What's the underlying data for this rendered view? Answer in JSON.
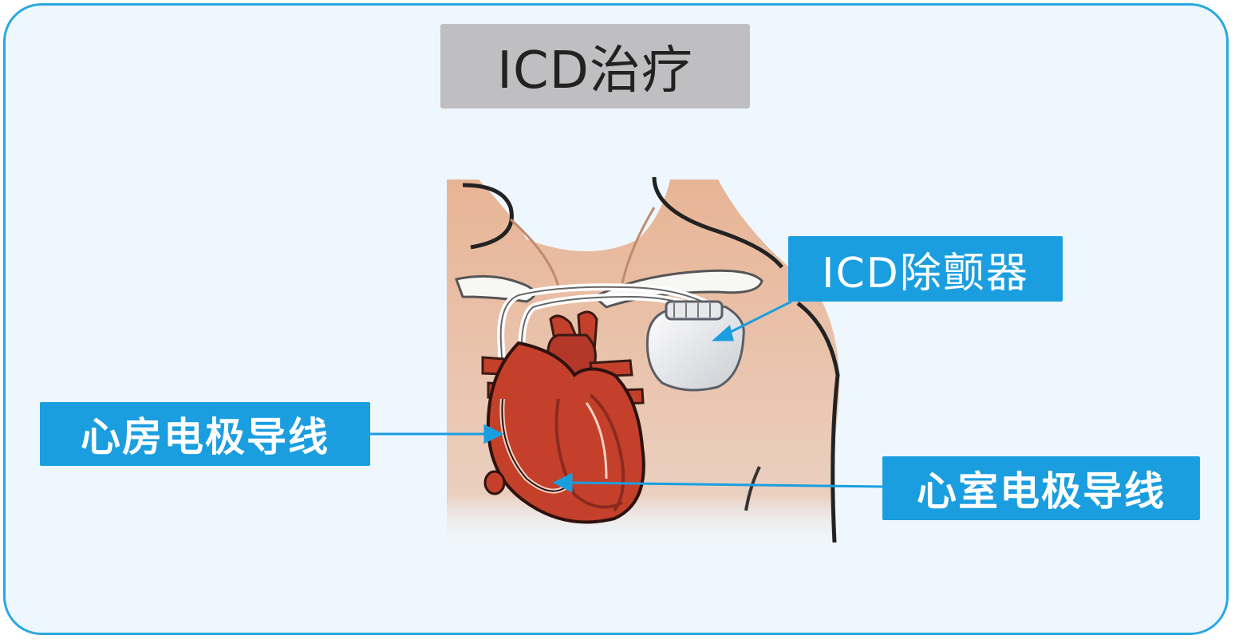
{
  "title": "ICD治疗",
  "labels": {
    "device": "ICD除颤器",
    "atrial_lead": "心房电极导线",
    "ventricular_lead": "心室电极导线"
  },
  "colors": {
    "border": "#29a8e0",
    "background": "#eef7fd",
    "title_box": "#bfbfc2",
    "label_box": "#1a9ee0",
    "skin": "#e8b495",
    "heart": "#c4402a"
  },
  "icons": {
    "illustration": "chest-heart-icd-illustration"
  }
}
